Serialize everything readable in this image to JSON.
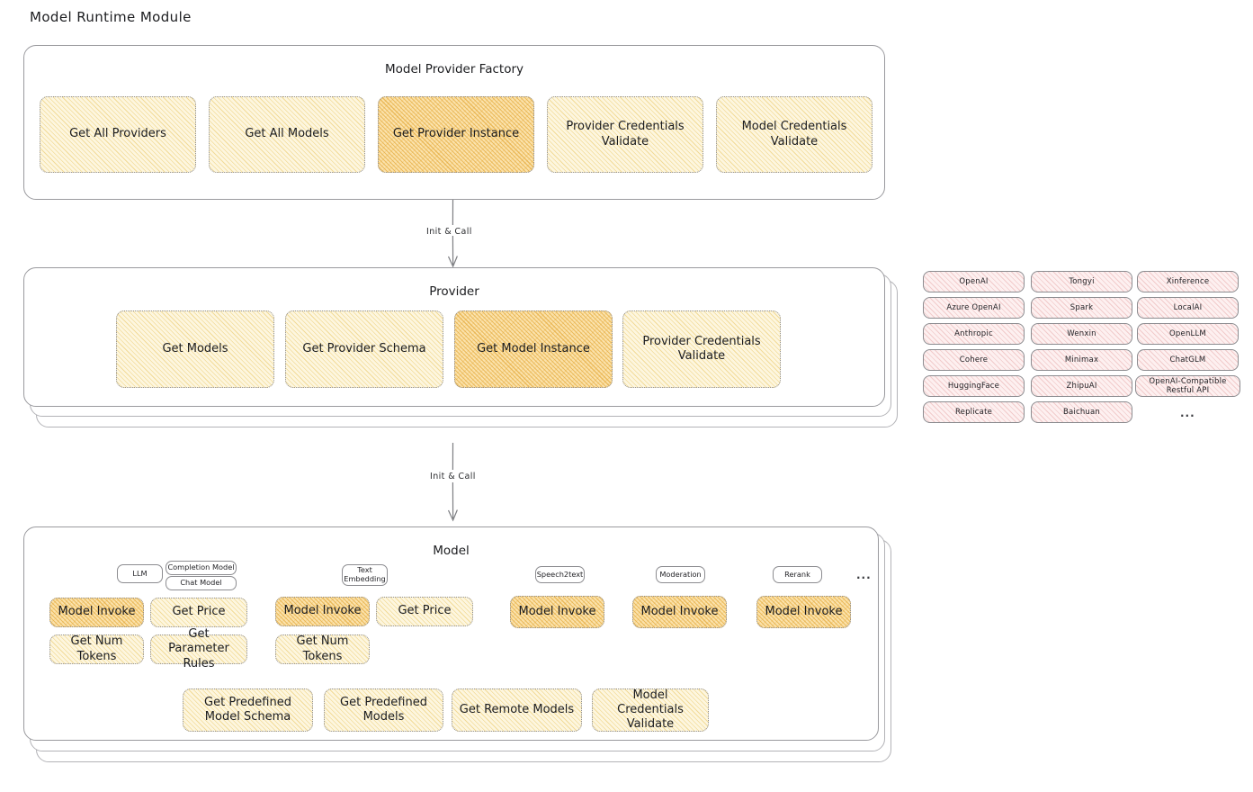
{
  "page": {
    "title": "Model Runtime Module"
  },
  "factory": {
    "title": "Model Provider Factory",
    "operations": [
      {
        "label": "Get All Providers",
        "highlight": false
      },
      {
        "label": "Get All Models",
        "highlight": false
      },
      {
        "label": "Get Provider Instance",
        "highlight": true
      },
      {
        "label": "Provider Credentials Validate",
        "highlight": false
      },
      {
        "label": "Model Credentials Validate",
        "highlight": false
      }
    ]
  },
  "arrows": [
    {
      "label": "Init & Call"
    },
    {
      "label": "Init & Call"
    }
  ],
  "provider": {
    "title": "Provider",
    "operations": [
      {
        "label": "Get Models",
        "highlight": false
      },
      {
        "label": "Get Provider Schema",
        "highlight": false
      },
      {
        "label": "Get Model Instance",
        "highlight": true
      },
      {
        "label": "Provider Credentials Validate",
        "highlight": false
      }
    ]
  },
  "provider_tags": {
    "column1": [
      "OpenAI",
      "Azure OpenAI",
      "Anthropic",
      "Cohere",
      "HuggingFace",
      "Replicate"
    ],
    "column2": [
      "Tongyi",
      "Spark",
      "Wenxin",
      "Minimax",
      "ZhipuAI",
      "Baichuan"
    ],
    "column3": [
      "Xinference",
      "LocalAI",
      "OpenLLM",
      "ChatGLM",
      "OpenAI-Compatible Restful API"
    ],
    "more": "..."
  },
  "model": {
    "title": "Model",
    "more": "...",
    "types": [
      {
        "name": "LLM",
        "filled": true,
        "sub_badges": [
          "Completion Model",
          "Chat Model"
        ],
        "operations": [
          {
            "label": "Model Invoke",
            "highlight": true
          },
          {
            "label": "Get Price",
            "highlight": false
          },
          {
            "label": "Get Num Tokens",
            "highlight": false
          },
          {
            "label": "Get Parameter Rules",
            "highlight": false
          }
        ]
      },
      {
        "name": "Text Embedding",
        "filled": true,
        "sub_badges": [],
        "operations": [
          {
            "label": "Model Invoke",
            "highlight": true
          },
          {
            "label": "Get Price",
            "highlight": false
          },
          {
            "label": "Get Num Tokens",
            "highlight": false
          }
        ]
      },
      {
        "name": "Speech2text",
        "filled": false,
        "sub_badges": [],
        "operations": [
          {
            "label": "Model Invoke",
            "highlight": true
          }
        ]
      },
      {
        "name": "Moderation",
        "filled": false,
        "sub_badges": [],
        "operations": [
          {
            "label": "Model Invoke",
            "highlight": true
          }
        ]
      },
      {
        "name": "Rerank",
        "filled": true,
        "sub_badges": [],
        "operations": [
          {
            "label": "Model Invoke",
            "highlight": true
          }
        ]
      }
    ],
    "shared_operations": [
      {
        "label": "Get Predefined Model Schema"
      },
      {
        "label": "Get Predefined Models"
      },
      {
        "label": "Get Remote Models"
      },
      {
        "label": "Model Credentials Validate"
      }
    ]
  },
  "colors": {
    "fill_yellow": "#fdf6df",
    "fill_orange": "#fbe2ab",
    "fill_pink": "#fdf0f0",
    "fill_blue": "#eaf3fb",
    "stroke": "#9a9a9e"
  }
}
